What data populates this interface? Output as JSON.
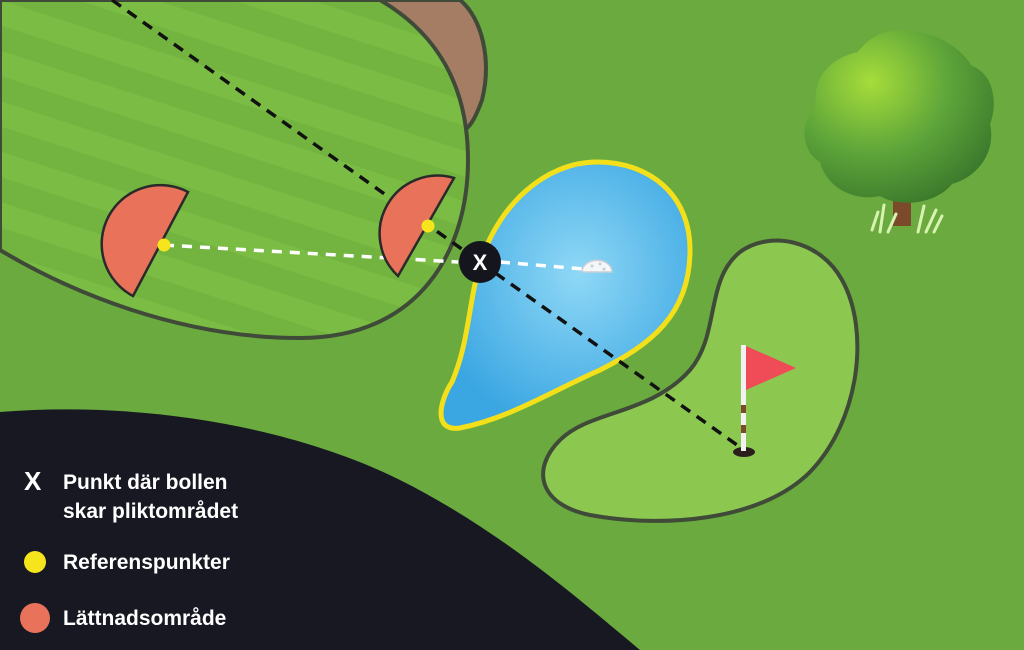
{
  "colors": {
    "rough": "#6aaa3e",
    "fairway_light": "#7bbd44",
    "fairway_stripe": "#72b43f",
    "outline": "#3f4a38",
    "path": "#a57c64",
    "water": "#4db8ea",
    "water_border": "#f3e01a",
    "green": "#8cc850",
    "relief_area": "#e8735a",
    "reference_point": "#f6e51c",
    "flag": "#ef4c58",
    "legend_bg": "#171822",
    "marker_bg": "#14151d"
  },
  "marker": {
    "symbol": "X"
  },
  "legend": {
    "items": [
      {
        "id": "entry-point",
        "symbol": "X",
        "lines": [
          "Punkt där bollen",
          "skar pliktområdet"
        ]
      },
      {
        "id": "reference-point",
        "symbol": "yellow-dot",
        "lines": [
          "Referenspunkter"
        ]
      },
      {
        "id": "relief-area",
        "symbol": "orange-dot",
        "lines": [
          "Lättnadsområde"
        ]
      }
    ]
  },
  "icons": [
    "flag-icon",
    "golf-ball-icon",
    "tree-icon",
    "grass-tuft-icon"
  ]
}
